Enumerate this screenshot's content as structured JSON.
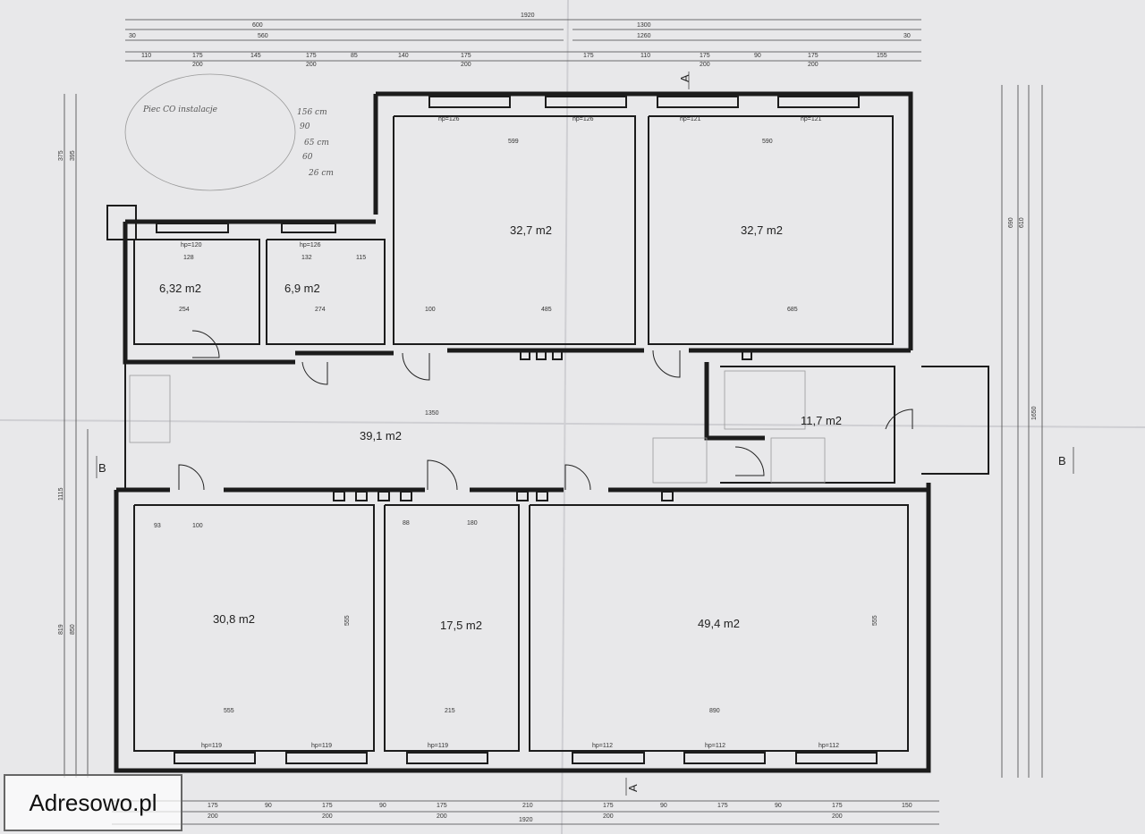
{
  "rooms": [
    {
      "id": "r1",
      "area": "6,32 m2"
    },
    {
      "id": "r2",
      "area": "6,9 m2"
    },
    {
      "id": "r3",
      "area": "32,7 m2"
    },
    {
      "id": "r4",
      "area": "32,7 m2"
    },
    {
      "id": "r5",
      "area": "39,1 m2"
    },
    {
      "id": "r6",
      "area": "11,7 m2"
    },
    {
      "id": "r7",
      "area": "30,8 m2"
    },
    {
      "id": "r8",
      "area": "17,5 m2"
    },
    {
      "id": "r9",
      "area": "49,4 m2"
    }
  ],
  "dimensions": {
    "top_total": "1920",
    "top_right_a": "1300",
    "top_right_b": "1260",
    "top_left_a": "600",
    "top_left_b": "560",
    "top_30_left": "30",
    "top_30_right": "30",
    "top_row": [
      "110",
      "175",
      "145",
      "175",
      "85",
      "140",
      "175",
      "175",
      "110",
      "175",
      "90",
      "175",
      "155"
    ],
    "top_row_sub": [
      "200",
      "200",
      "200",
      "200",
      "200"
    ],
    "bottom_total": "1920",
    "bottom_row": [
      "175",
      "90",
      "175",
      "90",
      "175",
      "210",
      "175",
      "90",
      "175",
      "90",
      "175",
      "150"
    ],
    "bottom_row_sub": [
      "200",
      "200",
      "200",
      "200",
      "200"
    ],
    "right_total": "1650",
    "right_a": "690",
    "right_b": "610",
    "left_a": "375",
    "left_b": "395",
    "left_c": "1115",
    "left_d": "819",
    "left_e": "850",
    "inner": [
      "599",
      "590",
      "685",
      "485",
      "1350",
      "555",
      "215",
      "890",
      "555",
      "555",
      "254",
      "274",
      "128",
      "132",
      "115",
      "100",
      "93",
      "100",
      "88",
      "180"
    ]
  },
  "hp_labels": [
    "hp=126",
    "hp=126",
    "hp=121",
    "hp=121",
    "hp=120",
    "hp=126",
    "hp=119",
    "hp=119",
    "hp=119",
    "hp=112",
    "hp=112",
    "hp=112"
  ],
  "section_marks": {
    "a": "A",
    "b": "B"
  },
  "notes": [
    "Piec CO instalacje",
    "156 cm",
    "90 ",
    "65 cm",
    "60 ",
    "26 cm"
  ],
  "watermark": "Adresowo.pl"
}
